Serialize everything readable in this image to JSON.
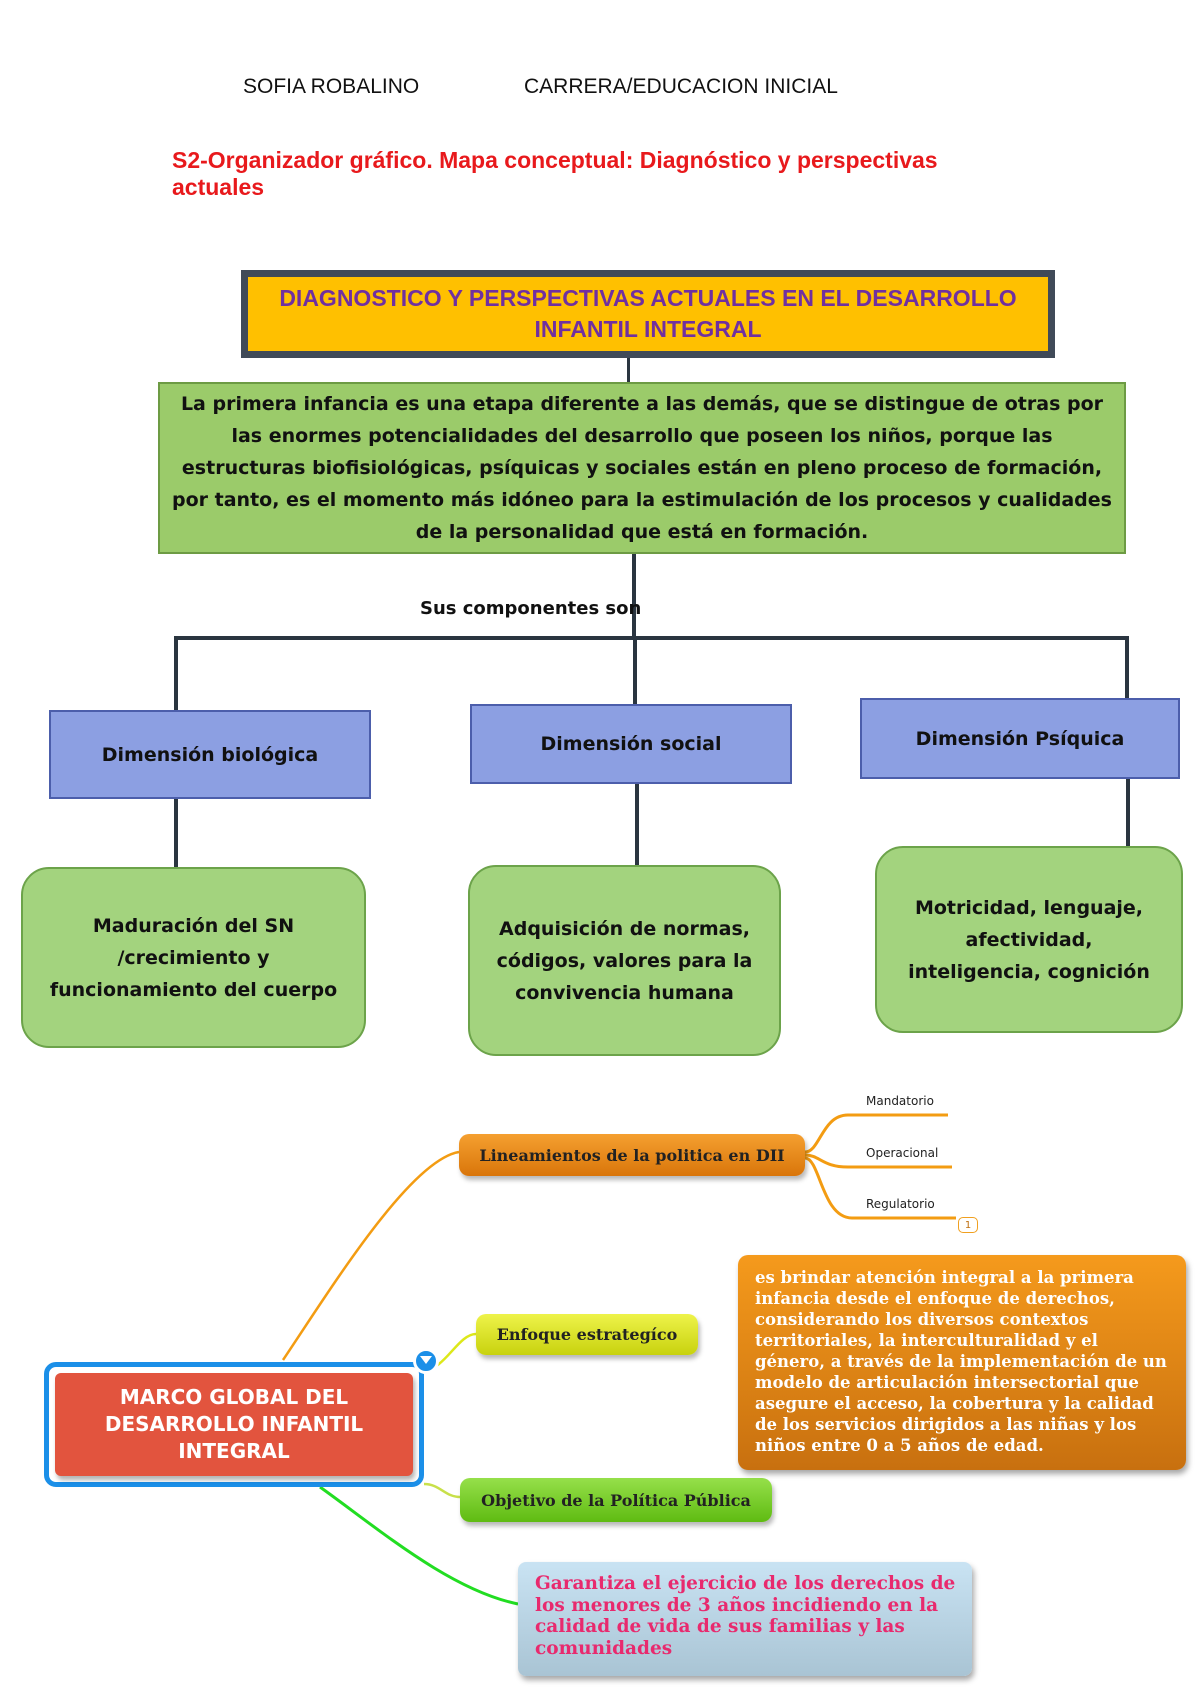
{
  "header": {
    "author": "SOFIA ROBALINO",
    "career": "CARRERA/EDUCACION INICIAL",
    "subtitle": "S2-Organizador gráfico. Mapa conceptual: Diagnóstico y perspectivas actuales"
  },
  "concept_map": {
    "title": "DIAGNOSTICO Y PERSPECTIVAS ACTUALES EN EL DESARROLLO INFANTIL INTEGRAL",
    "intro": "La primera  infancia es una etapa diferente a las demás, que se distingue de otras por las enormes potencialidades del desarrollo que poseen los niños, porque las estructuras biofisiológicas, psíquicas y sociales están en pleno proceso de formación, por tanto, es el momento más idóneo para la estimulación de los procesos y cualidades de la personalidad que está en formación.",
    "connector_label": "Sus componentes son",
    "dimensions": [
      {
        "label": "Dimensión biológica",
        "detail": "Maduración del SN /crecimiento y funcionamiento del cuerpo"
      },
      {
        "label": "Dimensión social",
        "detail": "Adquisición de normas, códigos, valores para la convivencia humana"
      },
      {
        "label": "Dimensión Psíquica",
        "detail": "Motricidad, lenguaje, afectividad, inteligencia, cognición"
      }
    ]
  },
  "mind_map": {
    "central": "MARCO GLOBAL DEL DESARROLLO INFANTIL INTEGRAL",
    "branches": {
      "lineamientos": "Lineamientos de la politica en DII",
      "enfoque": "Enfoque estrategíco",
      "objetivo": "Objetivo de la Política Pública"
    },
    "sub_branches": [
      "Mandatorio",
      "Operacional",
      "Regulatorio"
    ],
    "badge": "1",
    "enfoque_note": "es brindar atención integral a la primera infancia desde el enfoque de derechos, considerando los diversos contextos territoriales, la interculturalidad y el género, a través de la implementación de un modelo de articulación intersectorial que asegure el acceso, la cobertura y la calidad de los servicios dirigidos a las niñas y los niños entre 0 a 5 años de edad.",
    "objetivo_note": "Garantiza el ejercicio de los derechos de los menores de 3 años incidiendo en la calidad de vida de sus familias y las comunidades"
  },
  "colors": {
    "title_fill": "#ffc000",
    "title_text": "#7030a0",
    "subtitle": "#e8191c",
    "intro_fill": "#9bcb6a",
    "dimension_fill": "#8c9fe2",
    "detail_fill": "#a3d37e",
    "central_fill": "#e2543e",
    "central_border": "#1b8fe8",
    "lineamientos_fill": "#f08c12",
    "enfoque_fill": "#dde81a",
    "objetivo_fill": "#7ed321",
    "enfoque_note_fill": "#f59a1c",
    "objetivo_note_fill": "#c9e3f3",
    "objetivo_note_text": "#e82a6e"
  }
}
